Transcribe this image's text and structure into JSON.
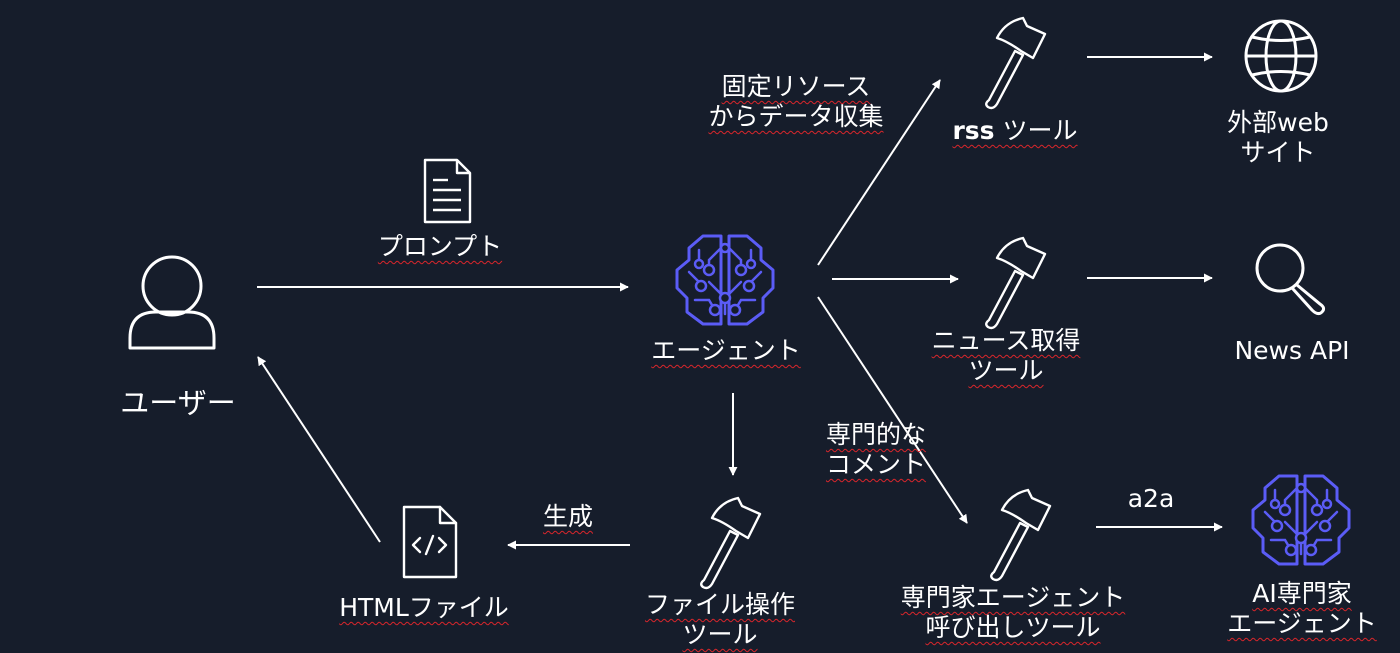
{
  "colors": {
    "background": "#161d2b",
    "stroke": "#ffffff",
    "agent_brain": "#5b5cf6",
    "spellcheck_underline": "#d9262b"
  },
  "nodes": {
    "user": {
      "icon": "user-icon",
      "label": "ユーザー"
    },
    "agent": {
      "icon": "brain-circuit-icon",
      "label": "エージェント"
    },
    "rss_tool": {
      "icon": "hammer-icon",
      "label_bold": "rss",
      "label": " ツール"
    },
    "news_tool": {
      "icon": "hammer-icon",
      "lines": [
        "ニュース取得",
        "ツール"
      ]
    },
    "expert_tool": {
      "icon": "hammer-icon",
      "lines": [
        "専門家エージェント",
        "呼び出しツール"
      ]
    },
    "file_tool": {
      "icon": "hammer-icon",
      "lines": [
        "ファイル操作",
        "ツール"
      ]
    },
    "html_file": {
      "icon": "code-file-icon",
      "label": "HTMLファイル"
    },
    "external_web": {
      "icon": "globe-icon",
      "lines": [
        "外部web",
        "サイト"
      ]
    },
    "news_api": {
      "icon": "magnifier-icon",
      "label": "News API"
    },
    "ai_expert": {
      "icon": "brain-circuit-icon",
      "lines": [
        "AI専門家",
        "エージェント"
      ]
    }
  },
  "edges": {
    "prompt": {
      "icon": "document-icon",
      "label": "プロンプト"
    },
    "fixed_resources": {
      "lines": [
        "固定リソース",
        "からデータ収集"
      ]
    },
    "expert_comment": {
      "lines": [
        "専門的な",
        "コメント"
      ]
    },
    "generate": {
      "label": "生成"
    },
    "a2a": {
      "label": "a2a"
    }
  }
}
